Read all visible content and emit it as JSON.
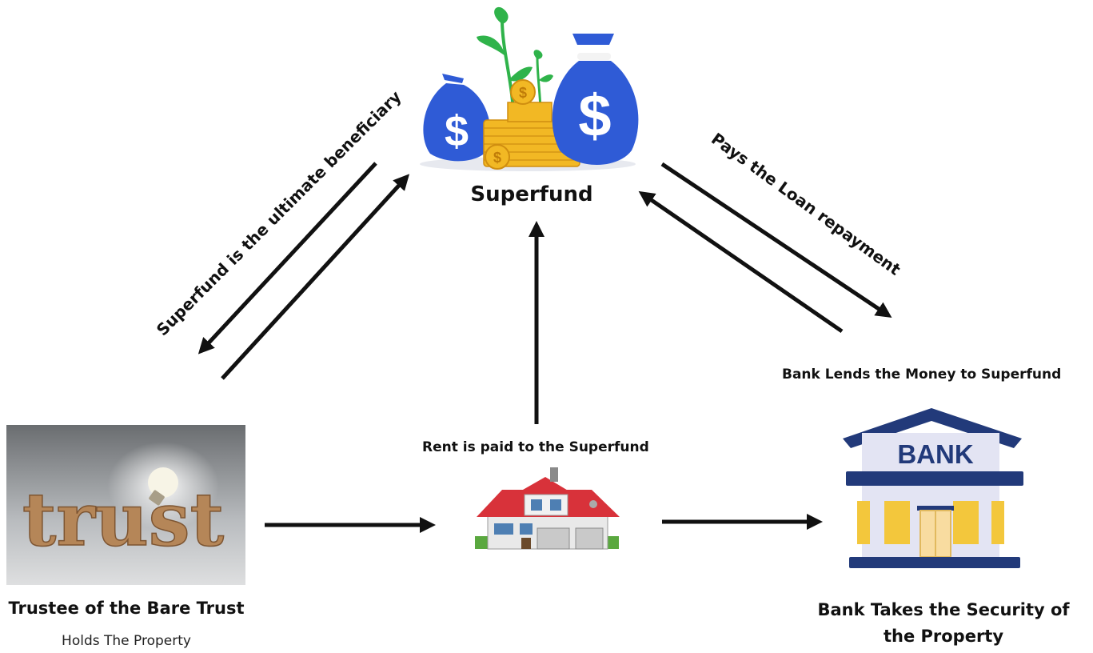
{
  "nodes": {
    "superfund": {
      "title": "Superfund"
    },
    "trust": {
      "photo_word": "trust",
      "title": "Trustee of the Bare Trust",
      "subtitle": "Holds The Property"
    },
    "property": {},
    "bank": {
      "sign": "BANK",
      "title": "Bank Takes the Security of the Property"
    }
  },
  "edge_labels": {
    "ultimate_beneficiary": "Superfund is the ultimate beneficiary",
    "loan_repayment": "Pays the Loan repayment",
    "bank_lends": "Bank Lends the Money to Superfund",
    "rent": "Rent is paid to the Superfund"
  },
  "colors": {
    "arrow": "#111111",
    "money_bag": "#2f5bd6",
    "coin": "#f2b824",
    "leaf": "#2fb34a",
    "roof": "#d8323a",
    "bank_navy": "#223a7a",
    "bank_wall": "#e3e4f3",
    "bank_pillar": "#f3c73c"
  }
}
